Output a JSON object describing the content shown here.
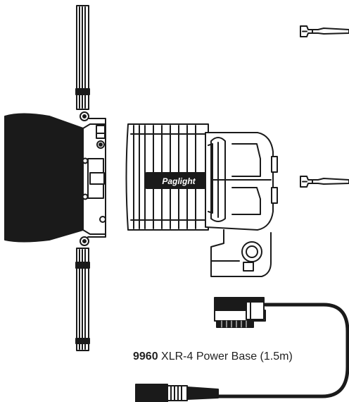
{
  "product_label": "Paglight",
  "caption": {
    "model_number": "9960",
    "description": "XLR-4 Power Base (1.5m)"
  },
  "colors": {
    "ink": "#1a1a1a",
    "paper": "#ffffff"
  },
  "icons": [
    "barn-doors-icon",
    "lamp-head-icon",
    "power-base-icon",
    "xlr-connector-icon",
    "lamp-bulb-icon"
  ]
}
